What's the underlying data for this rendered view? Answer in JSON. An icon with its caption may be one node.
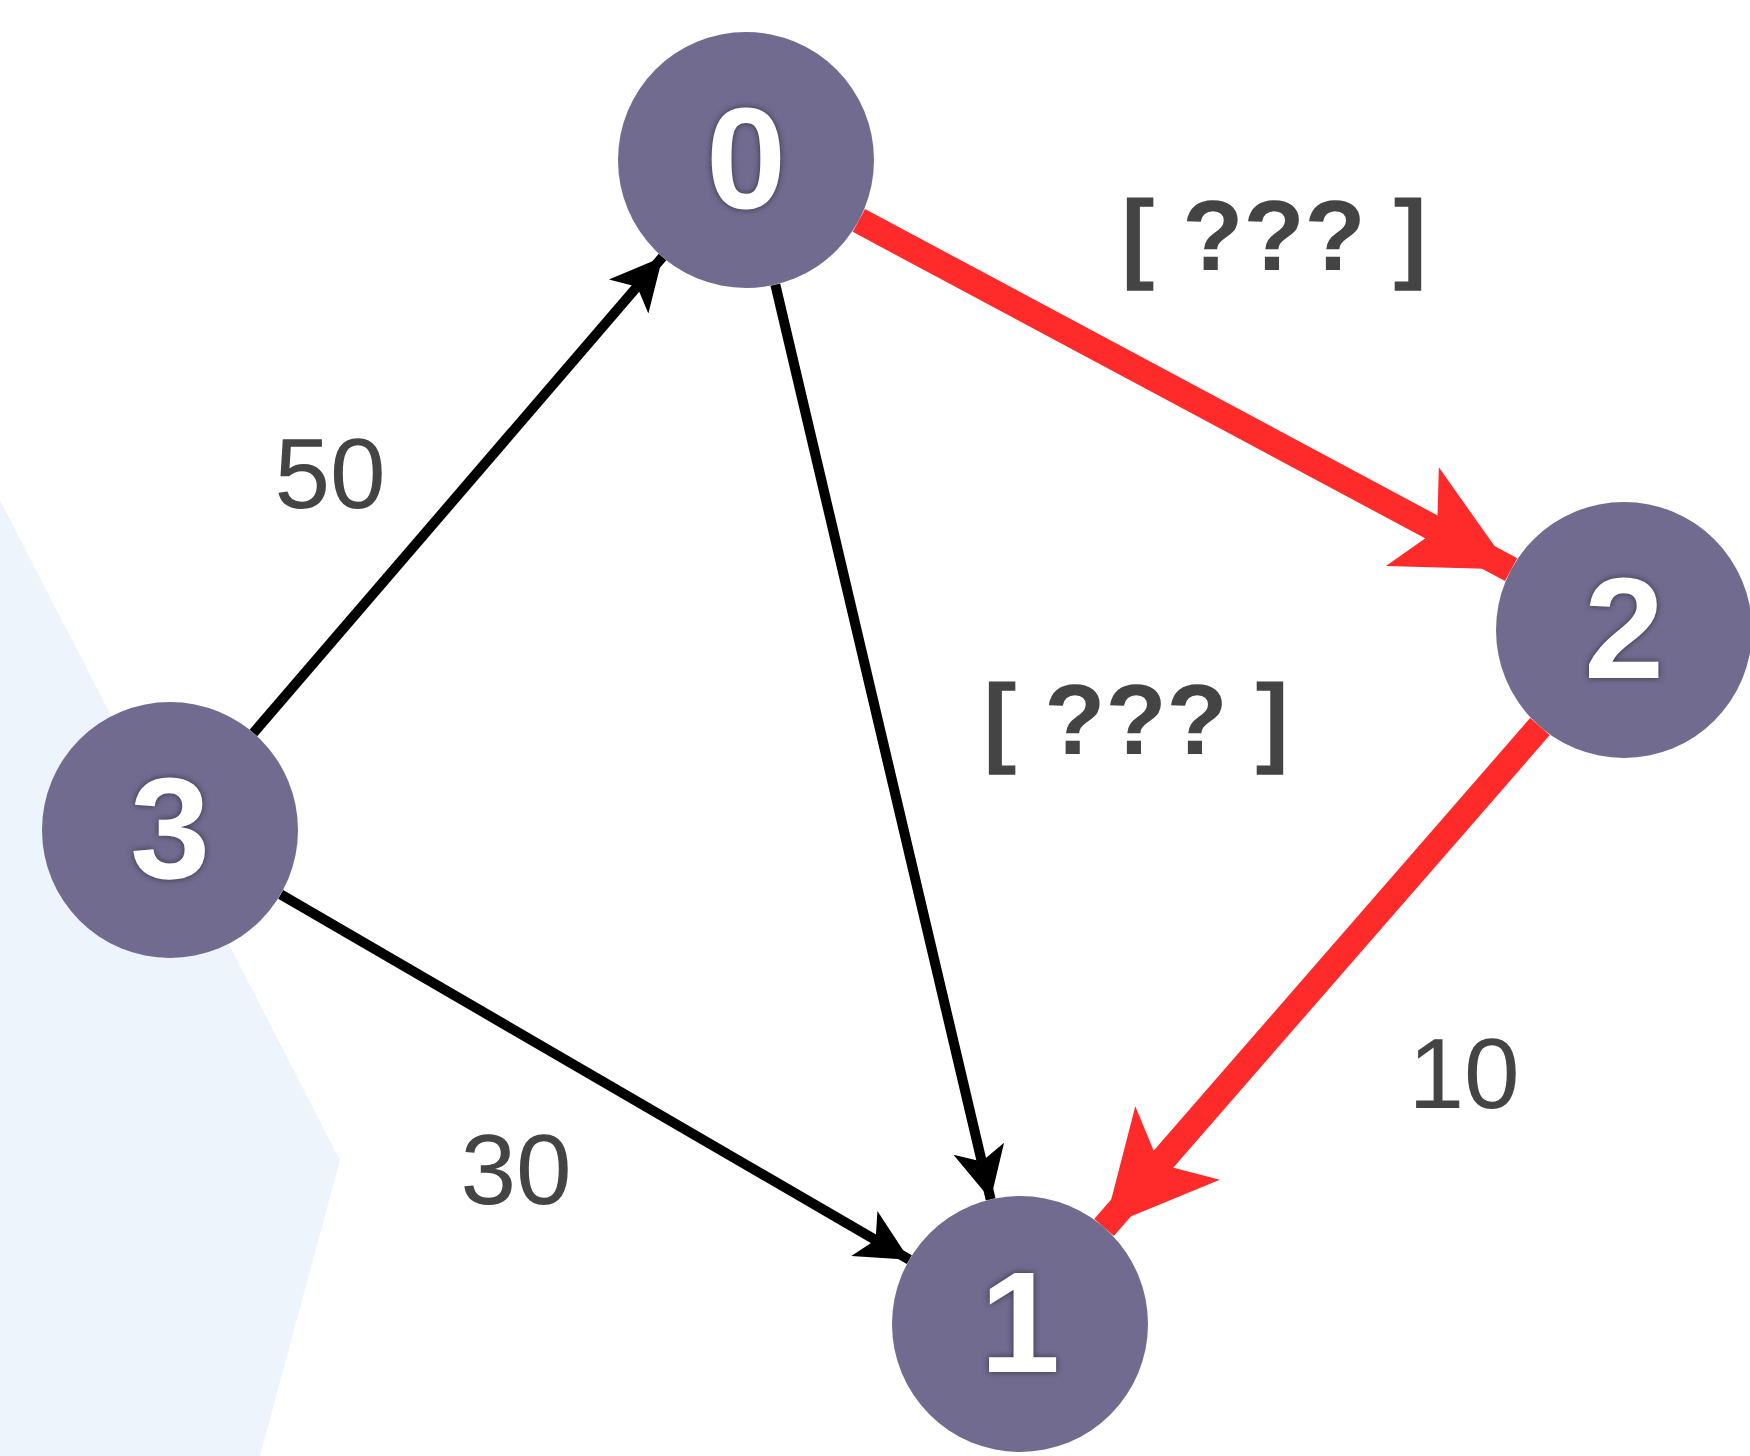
{
  "diagram": {
    "nodes": [
      {
        "text": [
          "0"
        ]
      },
      {
        "text": [
          "2"
        ]
      },
      {
        "text": [
          "3"
        ]
      },
      {
        "text": [
          "1"
        ]
      }
    ],
    "edges": [
      {
        "from": 2,
        "to": 0,
        "arrow": "to",
        "label": "50"
      },
      {
        "from": 2,
        "to": 3,
        "arrow": "to",
        "label": "30"
      },
      {
        "from": 0,
        "to": 3,
        "arrow": "to",
        "label": "[ ??? ]"
      },
      {
        "from": 0,
        "to": 1,
        "arrow": "to",
        "label": "[ ??? ]",
        "style": "thick",
        "color": "#ff2a2a"
      },
      {
        "from": 1,
        "to": 3,
        "arrow": "to",
        "label": "10",
        "style": "thick",
        "color": "#ff2a2a"
      }
    ]
  }
}
